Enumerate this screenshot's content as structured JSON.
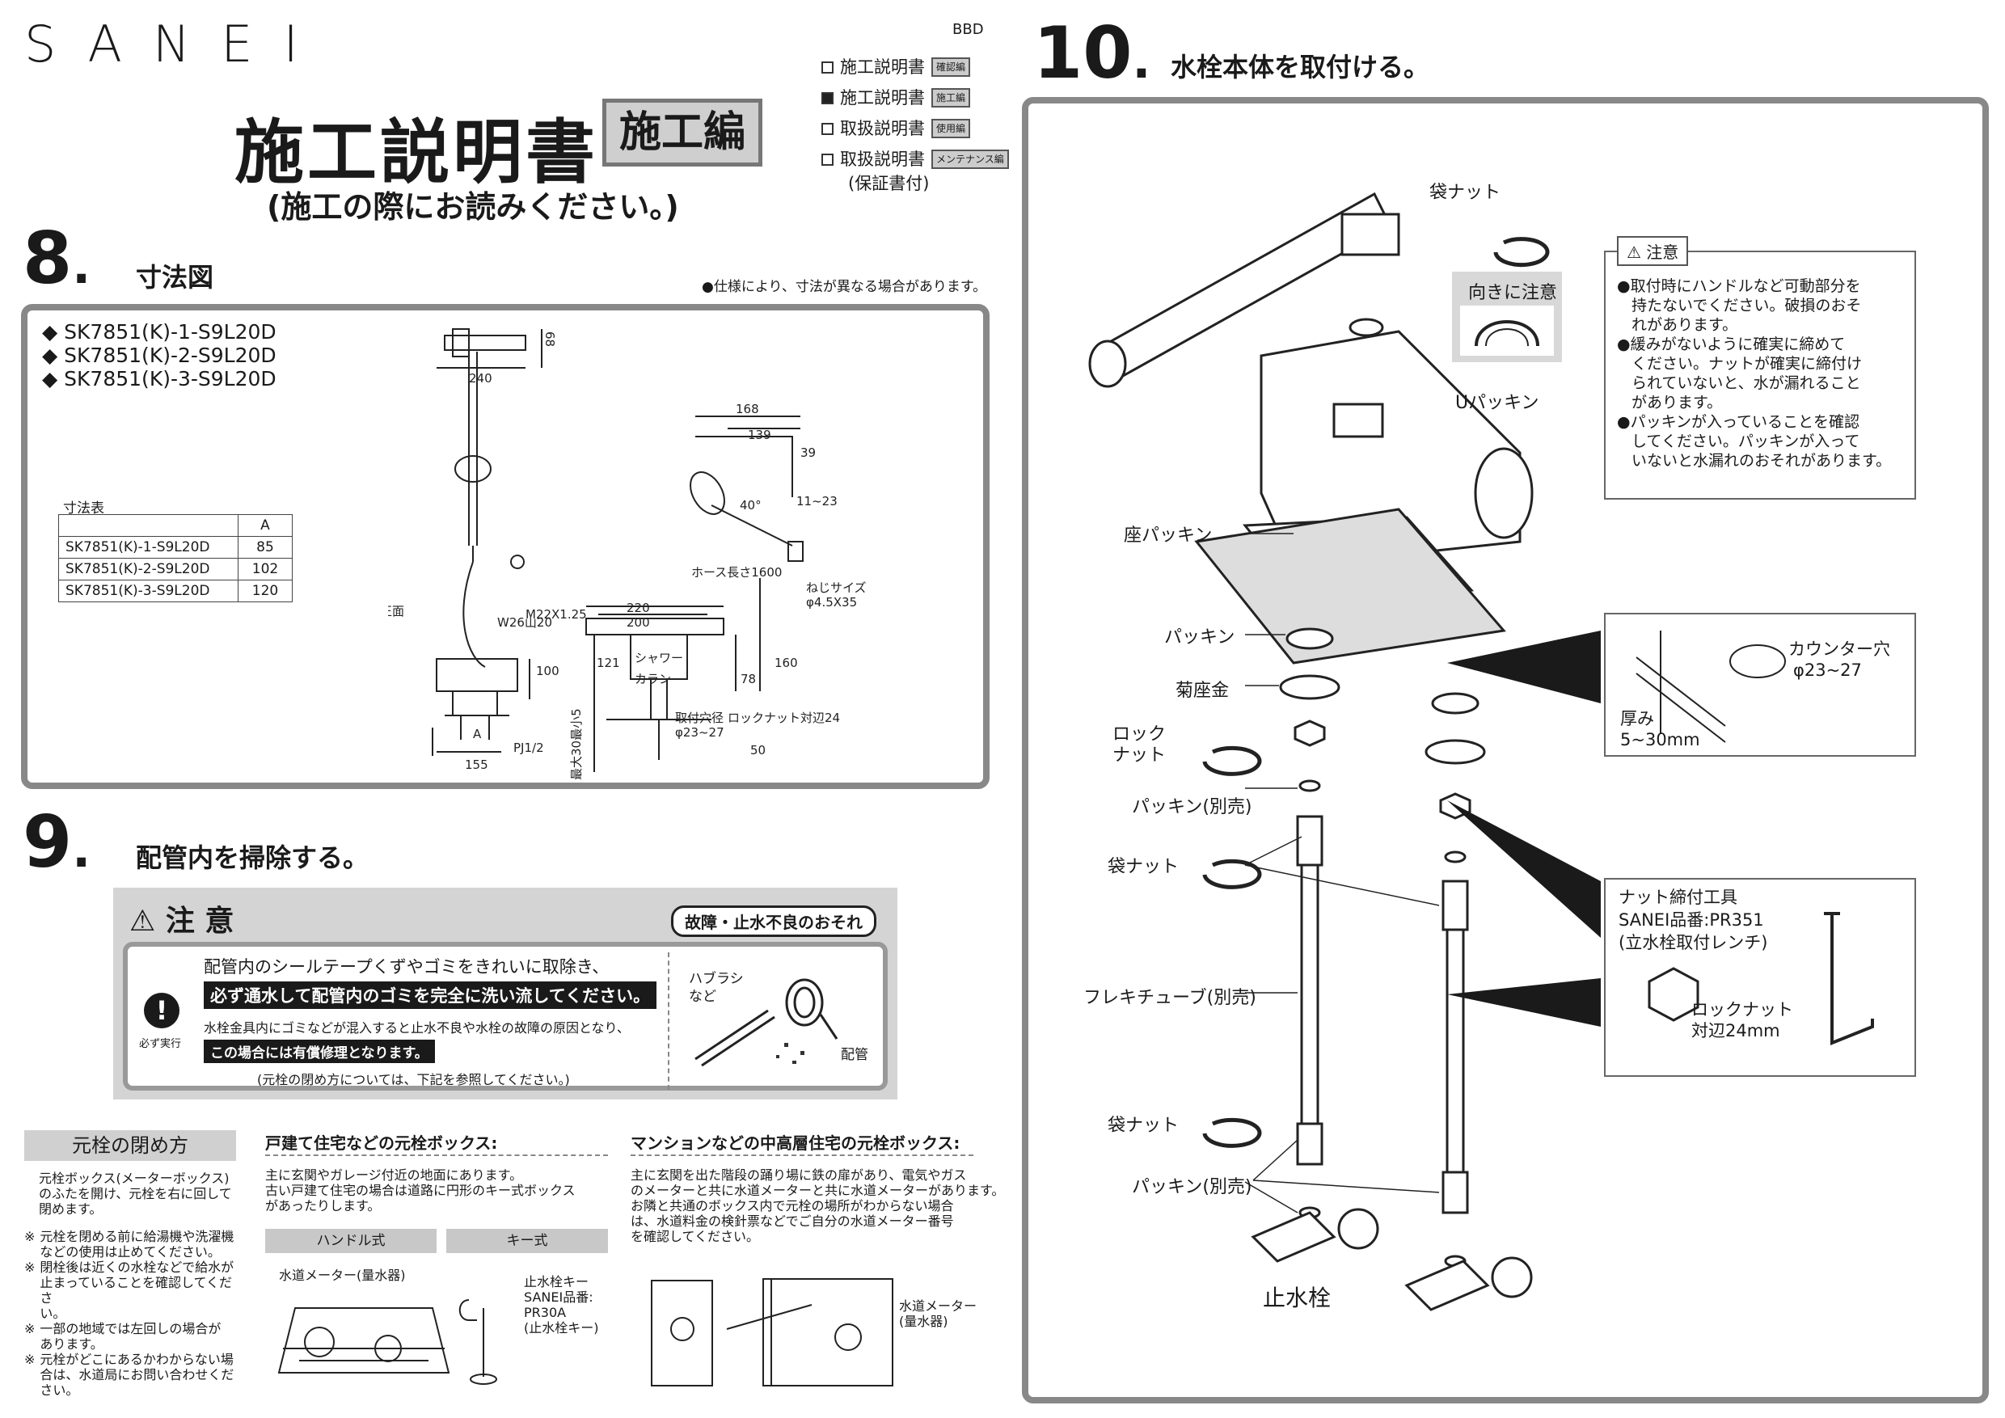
{
  "header": {
    "logo": "SANEI",
    "code": "BBD",
    "title": "施工説明書",
    "title_badge": "施工編",
    "subtitle": "(施工の際にお読みください。)",
    "doc_list": [
      {
        "label": "施工説明書",
        "tag": "確認編",
        "checked": false
      },
      {
        "label": "施工説明書",
        "tag": "施工編",
        "checked": true
      },
      {
        "label": "取扱説明書",
        "tag": "使用編",
        "checked": false
      },
      {
        "label": "取扱説明書",
        "tag": "メンテナンス編",
        "checked": false
      }
    ],
    "doc_list_note": "(保証書付)"
  },
  "sec8": {
    "num": "8",
    "title": "寸法図",
    "note": "●仕様により、寸法が異なる場合があります。",
    "models": [
      "◆ SK7851(K)-1-S9L20D",
      "◆ SK7851(K)-2-S9L20D",
      "◆ SK7851(K)-3-S9L20D"
    ],
    "table_title": "寸法表",
    "table_header": [
      "",
      "A"
    ],
    "table_rows": [
      [
        "SK7851(K)-1-S9L20D",
        "85"
      ],
      [
        "SK7851(K)-2-S9L20D",
        "102"
      ],
      [
        "SK7851(K)-3-S9L20D",
        "120"
      ]
    ],
    "front": {
      "d68": "68",
      "d240": "240",
      "label_front": "正面",
      "w26": "W26山20",
      "d100": "100",
      "A": "A",
      "d155": "155",
      "pj": "PJ1/2"
    },
    "side": {
      "d168": "168",
      "d139": "139",
      "d39": "39",
      "d11_23": "11~23",
      "d40": "40°",
      "hose": "ホース長さ1600",
      "screw": "ねじサイズ",
      "screw2": "φ4.5X35",
      "m22": "M22X1.25",
      "d220": "220",
      "d200": "200",
      "shower": "シャワー",
      "faucet": "カラン",
      "d121": "121",
      "d160": "160",
      "d78": "78",
      "hole": "取付穴径",
      "hole2": "φ23~27",
      "lock": "ロックナット対辺24",
      "d50": "50",
      "max": "最大30最小5"
    }
  },
  "sec9": {
    "num": "9",
    "title": "配管内を掃除する。",
    "caution_title": "注 意",
    "caution_badge": "故障・止水不良のおそれ",
    "must": "必ず実行",
    "line1": "配管内のシールテープくずやゴミをきれいに取除き、",
    "line2": "必ず通水して配管内のゴミを完全に洗い流してください。",
    "line3": "水栓金具内にゴミなどが混入すると止水不良や水栓の故障の原因となり、",
    "line4": "この場合には有償修理となります。",
    "line5": "(元栓の閉め方については、下記を参照してください。)",
    "brush": "ハブラシ",
    "brush2": "など",
    "pipe": "配管"
  },
  "valve": {
    "title": "元栓の閉め方",
    "intro": [
      "元栓ボックス(メーターボックス)",
      "のふたを開け、元栓を右に回して",
      "閉めます。"
    ],
    "notes": [
      [
        "※",
        "元栓を閉める前に給湯機や洗濯機",
        "などの使用は止めてください。"
      ],
      [
        "※",
        "閉栓後は近くの水栓などで給水が",
        "止まっていることを確認してくださ",
        "い。"
      ],
      [
        "※",
        "一部の地域では左回しの場合が",
        "あります。"
      ],
      [
        "※",
        "元栓がどこにあるかわからない場",
        "合は、水道局にお問い合わせくだ",
        "さい。"
      ]
    ],
    "house_title": "戸建て住宅などの元栓ボックス:",
    "house_text": [
      "主に玄関やガレージ付近の地面にあります。",
      "古い戸建て住宅の場合は道路に円形のキー式ボックス",
      "があったりします。"
    ],
    "handle_type": "ハンドル式",
    "key_type": "キー式",
    "meter": "水道メーター(量水器)",
    "key_label": [
      "止水栓キー",
      "SANEI品番:",
      "PR30A",
      "(止水栓キー)"
    ],
    "mansion_title": "マンションなどの中高層住宅の元栓ボックス:",
    "mansion_text": [
      "主に玄関を出た階段の踊り場に鉄の扉があり、電気やガス",
      "のメーターと共に水道メーターと共に水道メーターがあります。",
      "お隣と共通のボックス内で元栓の場所がわからない場合",
      "は、水道料金の検針票などでご自分の水道メーター番号",
      "を確認してください。"
    ],
    "meter2": [
      "水道メーター",
      "(量水器)"
    ]
  },
  "sec10": {
    "num": "10",
    "title": "水栓本体を取付ける。",
    "labels": {
      "bag_nut_top": "袋ナット",
      "orient_title": "向きに注意",
      "u_packing": "Uパッキン",
      "seat_packing": "座パッキン",
      "packing": "パッキン",
      "washer": "菊座金",
      "lock_nut": [
        "ロック",
        "ナット"
      ],
      "packing_sep": "パッキン(別売)",
      "bag_nut": "袋ナット",
      "flex": "フレキチューブ(別売)",
      "bag_nut2": "袋ナット",
      "packing_sep2": "パッキン(別売)",
      "stop_valve": "止水栓"
    },
    "caution_title": "注意",
    "caution_items": [
      [
        "●取付時にハンドルなど可動部分を",
        "持たないでください。破損のおそ",
        "れがあります。"
      ],
      [
        "●緩みがないように確実に締めて",
        "ください。ナットが確実に締付け",
        "られていないと、水が漏れること",
        "があります。"
      ],
      [
        "●パッキンが入っていることを確認",
        "してください。パッキンが入って",
        "いないと水漏れのおそれがあります。"
      ]
    ],
    "counter_hole": "カウンター穴",
    "counter_dim": "φ23~27",
    "thickness": "厚み",
    "thickness_dim": "5~30mm",
    "tool_title": "ナット締付工具",
    "tool_code": "SANEI品番:PR351",
    "tool_name": "(立水栓取付レンチ)",
    "lock_nut_label": "ロックナット",
    "lock_nut_dim": "対辺24mm"
  }
}
